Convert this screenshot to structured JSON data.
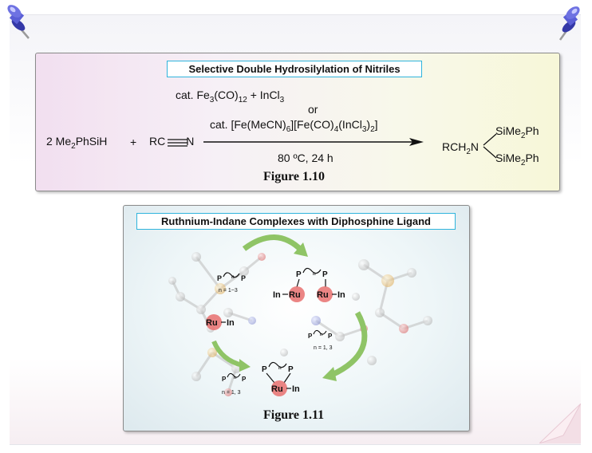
{
  "figure1": {
    "title": "Selective Double Hydrosilylation of Nitriles",
    "reagent1_coef": "2 Me",
    "reagent1_sub": "2",
    "reagent1_rest": "PhSiH",
    "plus": "+",
    "reagent2_rc": "RC",
    "reagent2_n": "N",
    "cond1_a": "cat. Fe",
    "cond1_s1": "3",
    "cond1_b": "(CO)",
    "cond1_s2": "12",
    "cond1_c": " + InCl",
    "cond1_s3": "3",
    "cond_or": "or",
    "cond2_a": "cat. [Fe(MeCN)",
    "cond2_s1": "6",
    "cond2_b": "][Fe(CO)",
    "cond2_s2": "4",
    "cond2_c": "(InCl",
    "cond2_s3": "3",
    "cond2_d": ")",
    "cond2_s4": "2",
    "cond2_e": "]",
    "cond3": "80 ºC, 24 h",
    "prod_a": "RCH",
    "prod_s": "2",
    "prod_b": "N",
    "si_a": "SiMe",
    "si_s": "2",
    "si_b": "Ph",
    "caption": "Figure 1.10"
  },
  "figure2": {
    "title": "Ruthnium-Indane Complexes with Diphosphine Ligand",
    "caption": "Figure 1.11",
    "p": "P",
    "n": "n",
    "ru": "Ru",
    "in": "In",
    "n_range_1": "n = 1~3",
    "n_range_2": "n = 1, 3",
    "n_range_3": "n = 1, 3"
  },
  "colors": {
    "title_border": "#2fb4dc",
    "ru_circle": "#e8706e",
    "arrow_green": "#8fc466",
    "pin_blue": "#4a4ec8"
  }
}
